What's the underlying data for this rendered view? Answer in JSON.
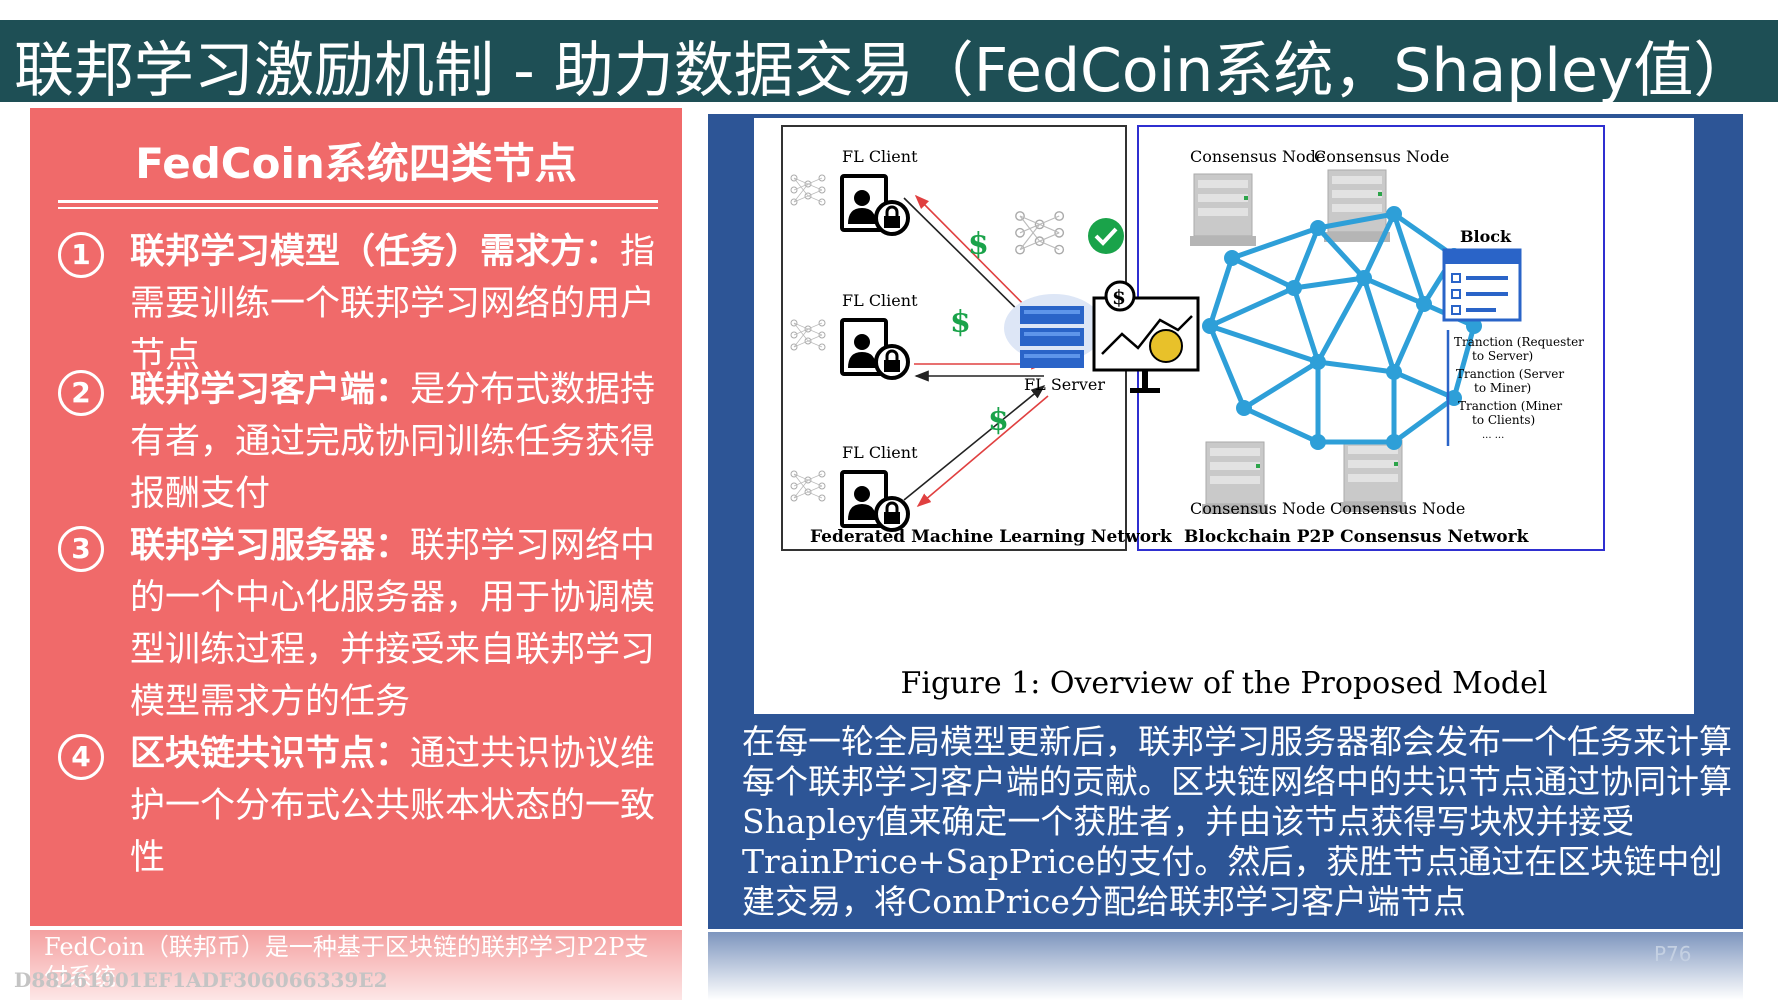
{
  "title": "联邦学习激励机制 - 助力数据交易（FedCoin系统，Shapley值）",
  "left_panel": {
    "heading": "FedCoin系统四类节点",
    "nodes": [
      {
        "num": "1",
        "term": "联邦学习模型（任务）需求方：",
        "desc": "指需要训练一个联邦学习网络的用户节点"
      },
      {
        "num": "2",
        "term": "联邦学习客户端：",
        "desc": "是分布式数据持有者，通过完成协同训练任务获得报酬支付"
      },
      {
        "num": "3",
        "term": "联邦学习服务器：",
        "desc": "联邦学习网络中的一个中心化服务器，用于协调模型训练过程，并接受来自联邦学习模型需求方的任务"
      },
      {
        "num": "4",
        "term": "区块链共识节点：",
        "desc": "通过共识协议维护一个分布式公共账本状态的一致性"
      }
    ],
    "footer": "FedCoin（联邦币）是一种基于区块链的联邦学习P2P支付系统"
  },
  "watermark": "D88261901EF1ADF306066339E2",
  "figure": {
    "fl_client_label": "FL Client",
    "fl_server_label": "FL Server",
    "consensus_node_label": "Consensus Node",
    "block_label": "Block",
    "block_notes": [
      "Tranction (Requester",
      "to Server)",
      "Tranction (Server",
      "to Miner)",
      "Tranction (Miner",
      "to Clients)",
      "... ..."
    ],
    "left_network_label": "Federated Machine Learning Network",
    "right_network_label": "Blockchain P2P Consensus Network",
    "caption": "Figure 1: Overview of the Proposed Model",
    "dollar_sign": "$"
  },
  "right_text": "在每一轮全局模型更新后，联邦学习服务器都会发布一个任务来计算每个联邦学习客户端的贡献。区块链网络中的共识节点通过协同计算Shapley值来确定一个获胜者，并由该节点获得写块权并接受TrainPrice+SapPrice的支付。然后，获胜节点通过在区块链中创建交易，将ComPrice分配给联邦学习客户端节点",
  "page_number": "P76",
  "colors": {
    "title_bg": "#1e4f55",
    "left_bg": "#f06a6a",
    "right_bg": "#2d5596",
    "network_blue": "#2e9fd8",
    "box_blue": "#2f2fd0",
    "arrow_red": "#e04040",
    "dollar_green": "#1aa34a"
  }
}
